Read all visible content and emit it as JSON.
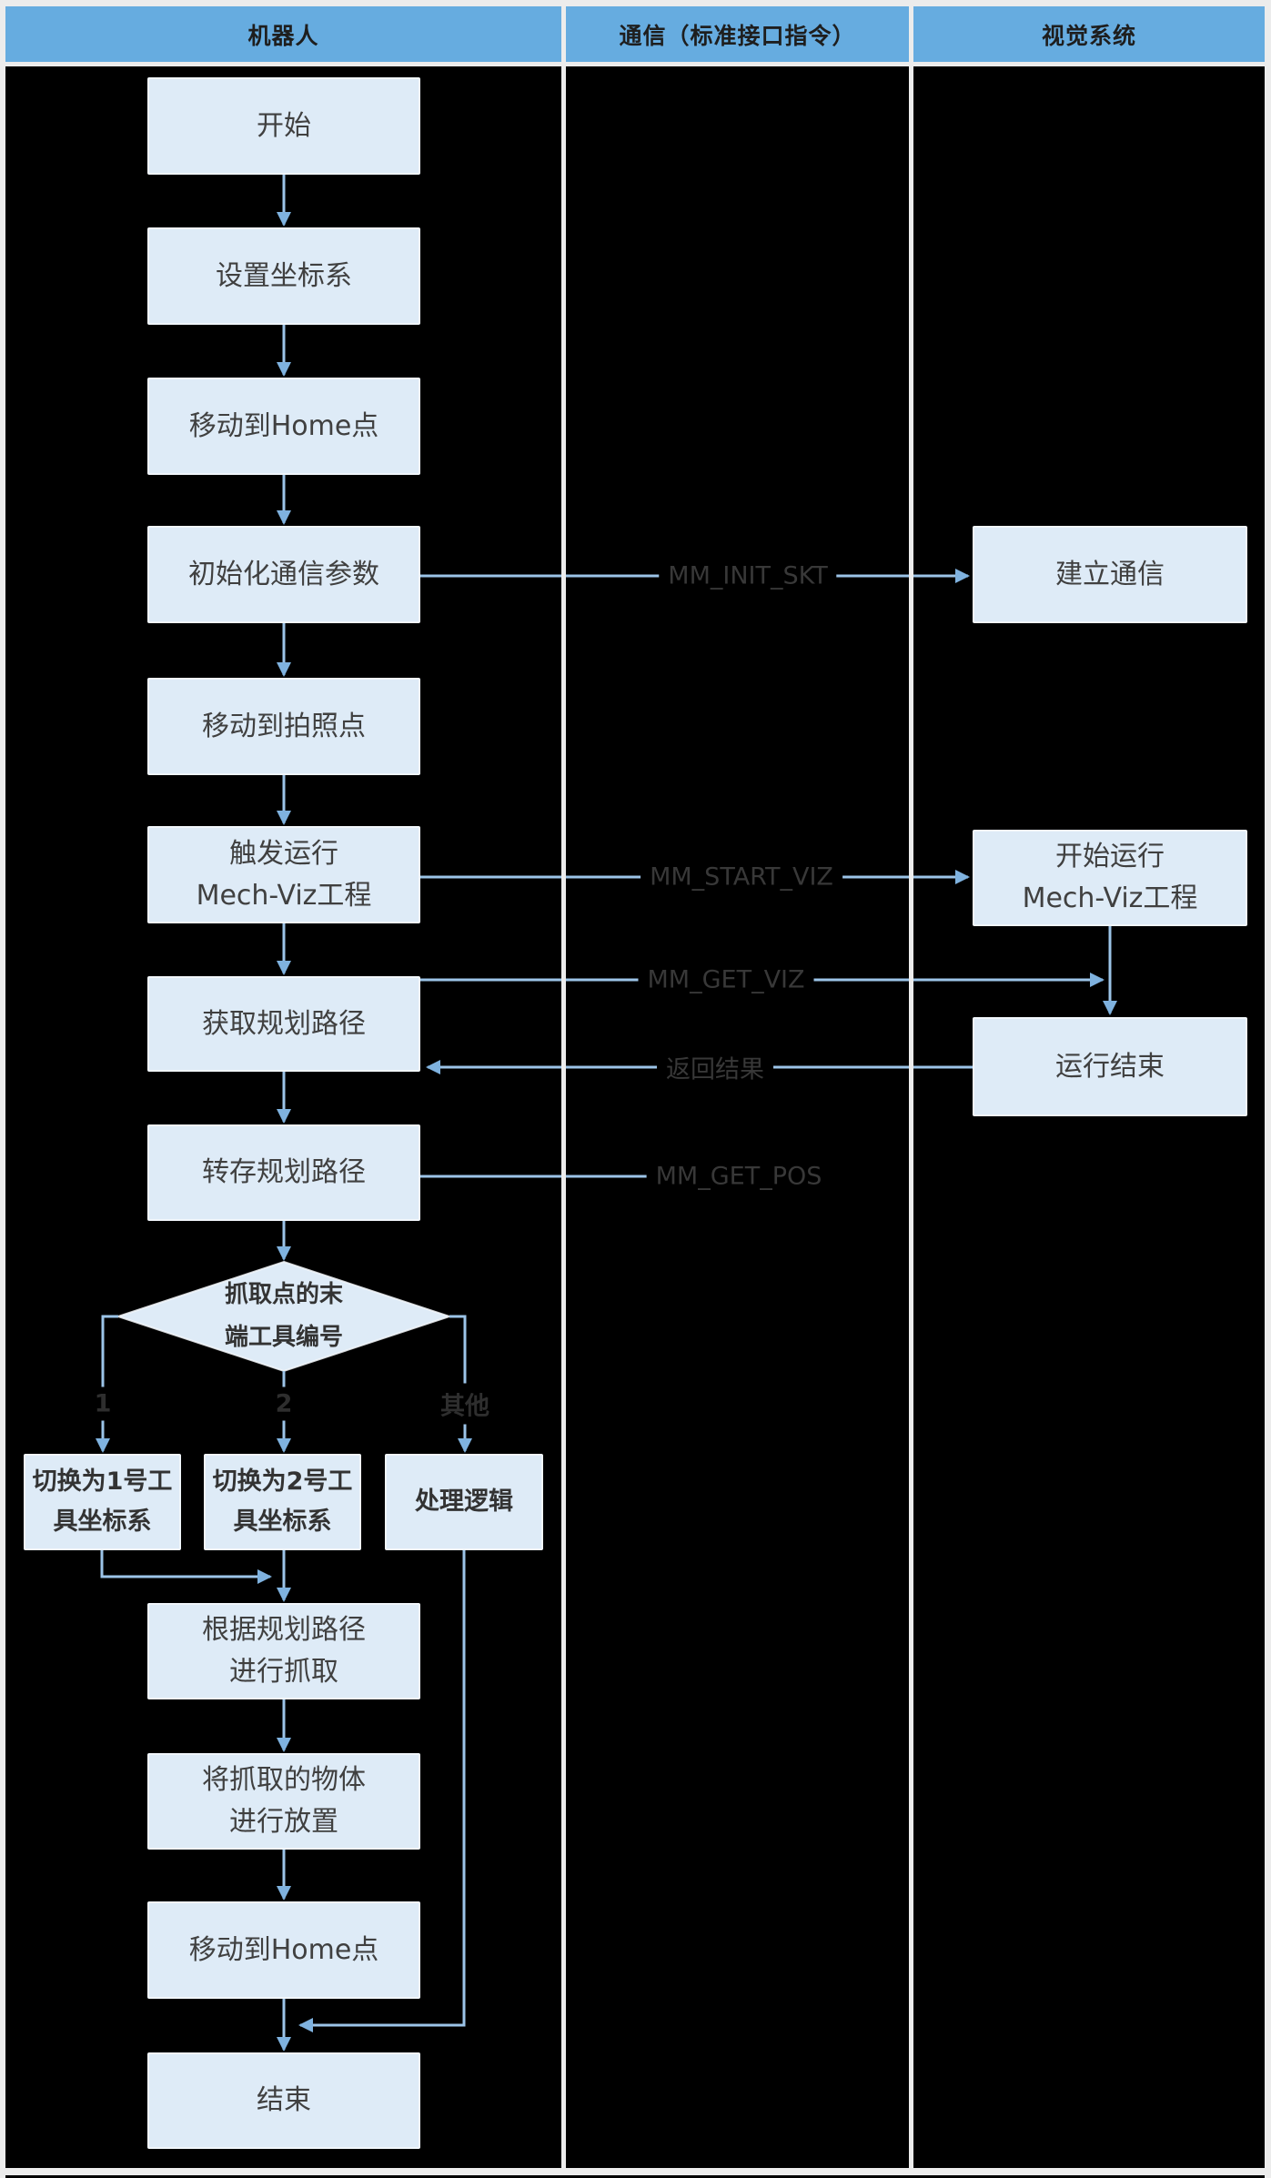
{
  "header": {
    "columns": [
      {
        "label": "机器人"
      },
      {
        "label": "通信（标准接口指令）"
      },
      {
        "label": "视觉系统"
      }
    ]
  },
  "robot_flow": {
    "start": "开始",
    "set_coordinate": "设置坐标系",
    "move_home_1": "移动到Home点",
    "init_comm": "初始化通信参数",
    "move_photo_point": "移动到拍照点",
    "trigger_viz": "触发运行\nMech-Viz工程",
    "get_planned_path": "获取规划路径",
    "save_planned_path": "转存规划路径",
    "decision": "抓取点的末\n端工具编号",
    "branch_1_label": "1",
    "branch_2_label": "2",
    "branch_other_label": "其他",
    "switch_tool_1": "切换为1号工\n具坐标系",
    "switch_tool_2": "切换为2号工\n具坐标系",
    "handle_logic": "处理逻辑",
    "pick_by_path": "根据规划路径\n进行抓取",
    "place_object": "将抓取的物体\n进行放置",
    "move_home_2": "移动到Home点",
    "end": "结束"
  },
  "commands": {
    "init_socket": "MM_INIT_SKT",
    "start_viz": "MM_START_VIZ",
    "get_viz": "MM_GET_VIZ",
    "return_result": "返回结果",
    "get_pos": "MM_GET_POS"
  },
  "vision_flow": {
    "establish_comm": "建立通信",
    "start_run_viz": "开始运行\nMech-Viz工程",
    "run_finished": "运行结束"
  },
  "colors": {
    "background": "#000000",
    "frame": "#ECECEC",
    "header_fill": "#66ACE0",
    "node_fill": "#DEEBF7",
    "connector": "#9CC4E8",
    "arrowhead": "#7FB2DF",
    "node_text": "#404040",
    "header_text": "#1E1E1E"
  }
}
